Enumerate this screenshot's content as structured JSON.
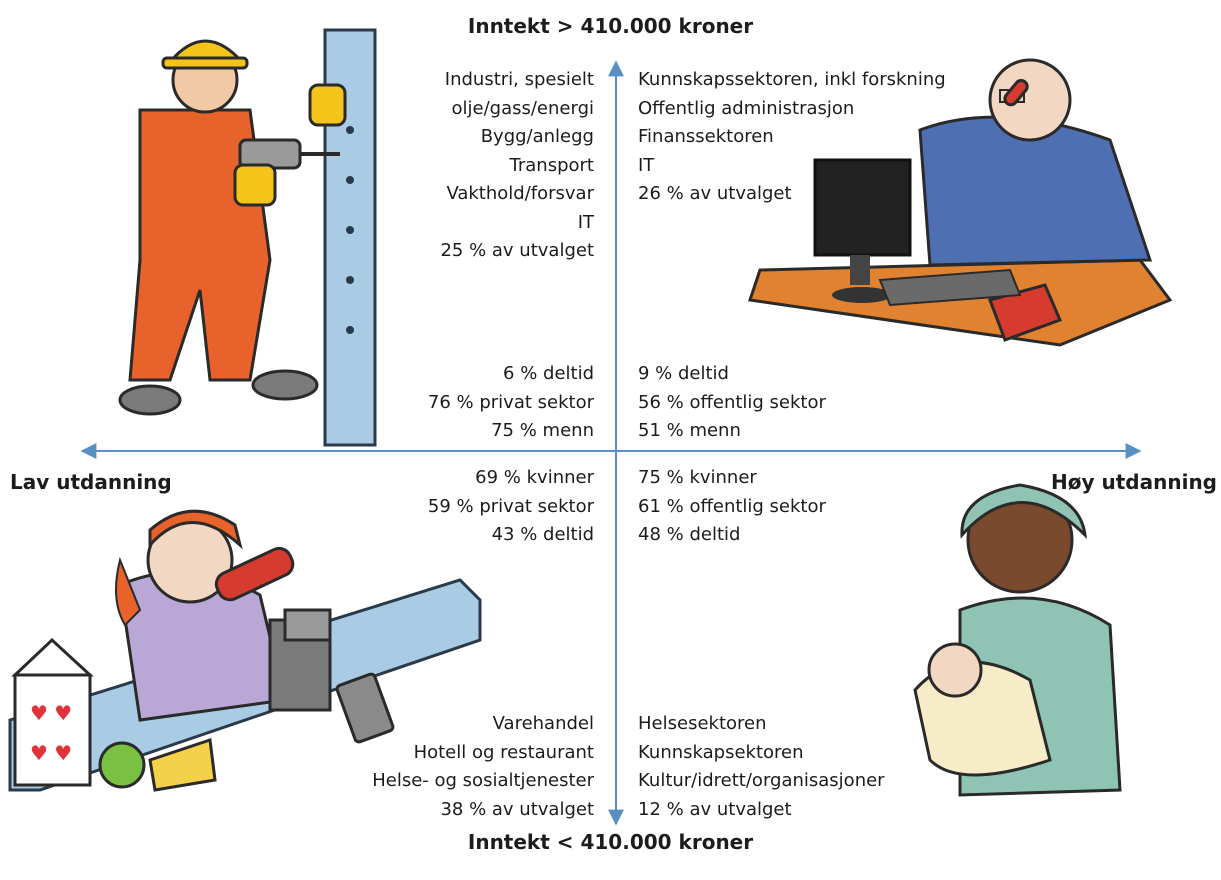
{
  "axes": {
    "top": "Inntekt > 410.000 kroner",
    "bottom": "Inntekt < 410.000 kroner",
    "left": "Lav utdanning",
    "right": "Høy utdanning"
  },
  "quadrants": {
    "top_left": {
      "sectors": [
        "Industri, spesielt",
        "olje/gass/energi",
        "Bygg/anlegg",
        "Transport",
        "Vakthold/forsvar",
        "IT",
        "25 % av utvalget"
      ],
      "stats": [
        "6 % deltid",
        "76 % privat sektor",
        "75 % menn"
      ]
    },
    "top_right": {
      "sectors": [
        "Kunnskapssektoren, inkl forskning",
        "Offentlig administrasjon",
        "Finanssektoren",
        "IT",
        "26 % av utvalget"
      ],
      "stats": [
        "9 % deltid",
        "56 % offentlig sektor",
        "51 % menn"
      ]
    },
    "bottom_left": {
      "stats": [
        "69 % kvinner",
        "59 % privat sektor",
        "43 % deltid"
      ],
      "sectors": [
        "Varehandel",
        "Hotell og restaurant",
        "Helse- og sosialtjenester",
        "38 % av utvalget"
      ]
    },
    "bottom_right": {
      "stats": [
        "75 % kvinner",
        "61 % offentlig sektor",
        "48 % deltid"
      ],
      "sectors": [
        "Helsesektoren",
        "Kunnskapsektoren",
        "Kultur/idrett/organisasjoner",
        "12 % av utvalget"
      ]
    }
  },
  "colors": {
    "axis": "#5a8fc4",
    "text": "#1c1c1c",
    "orange": "#e8632b",
    "helmet": "#f5c41a",
    "wall": "#a9cbe3",
    "suit": "#4f6fb3",
    "desk": "#e0822f",
    "scrub": "#8fc4b4",
    "lilac": "#b9a7d6"
  },
  "illustrations": [
    "construction-worker",
    "office-worker",
    "cashier",
    "nurse-with-baby"
  ]
}
